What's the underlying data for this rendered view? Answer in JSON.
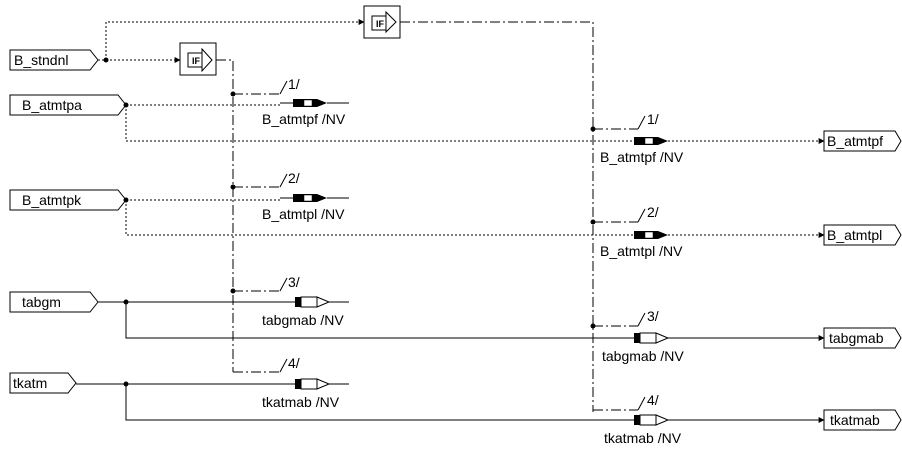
{
  "inputs": {
    "b_stndnl": "B_stndnl",
    "b_atmtpa": "B_atmtpa",
    "b_atmtpk": "B_atmtpk",
    "tabgm": "tabgm",
    "tkatm": "tkatm"
  },
  "outputs": {
    "b_atmtpf": "B_atmtpf",
    "b_atmtpl": "B_atmtpl",
    "tabgmab": "tabgmab",
    "tkatmab": "tkatmab"
  },
  "if_blocks": {
    "left": "IF",
    "right": "IF"
  },
  "left_branch": {
    "port1": "1/",
    "port2": "2/",
    "port3": "3/",
    "port4": "4/",
    "var1": "B_atmtpf /NV",
    "var2": "B_atmtpl /NV",
    "var3": "tabgmab /NV",
    "var4": "tkatmab /NV"
  },
  "right_branch": {
    "port1": "1/",
    "port2": "2/",
    "port3": "3/",
    "port4": "4/",
    "var1": "B_atmtpf /NV",
    "var2": "B_atmtpl /NV",
    "var3": "tabgmab /NV",
    "var4": "tkatmab /NV"
  }
}
